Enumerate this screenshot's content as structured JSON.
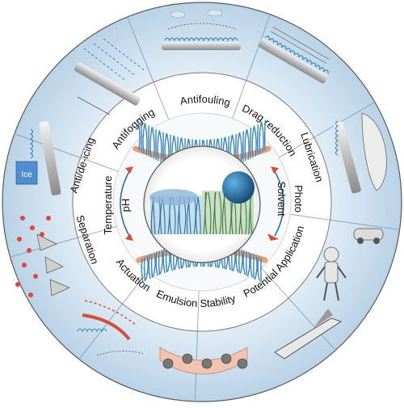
{
  "diagram": {
    "ring_labels": [
      {
        "id": "antifouling",
        "text": "Antifouling"
      },
      {
        "id": "drag-reduction",
        "text": "Drag reduction"
      },
      {
        "id": "lubrication",
        "text": "Lubrication"
      },
      {
        "id": "potential-application",
        "text": "Potential Application"
      },
      {
        "id": "emulsion-stability",
        "text": "Emulsion Stability"
      },
      {
        "id": "actuation",
        "text": "Actuation"
      },
      {
        "id": "separation",
        "text": "Separation"
      },
      {
        "id": "anti-de-icing",
        "text": "Anti/de-icing"
      },
      {
        "id": "antifogging",
        "text": "Antifogging"
      }
    ],
    "stimuli": {
      "temperature": "Temperature",
      "ph": "pH",
      "photo": "Photo",
      "solvent": "Solvent"
    },
    "ice_label": "Ice"
  },
  "colors": {
    "outer_ring": "#c8dcec",
    "inner_ring": "#ffffff",
    "brush_blue": "#3a86b8",
    "brush_green": "#4f8a4a",
    "substrate": "#e8a07a",
    "arrow_red": "#d0503a",
    "arrow_blue": "#2f6f9f"
  }
}
